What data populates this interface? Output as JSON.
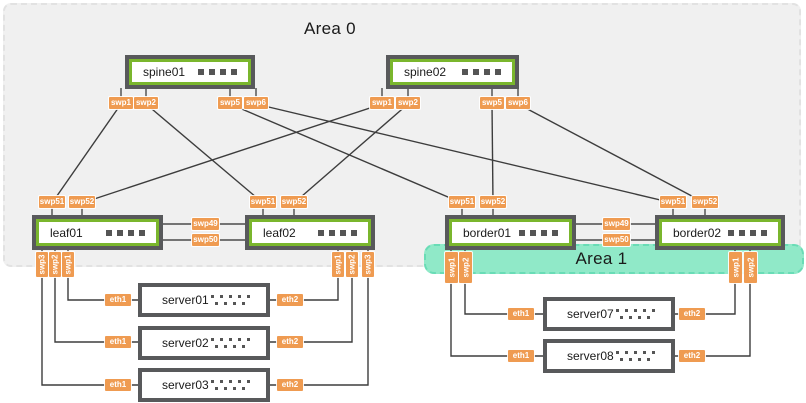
{
  "areas": {
    "area0": "Area 0",
    "area1": "Area 1"
  },
  "switches": {
    "spine01": "spine01",
    "spine02": "spine02",
    "leaf01": "leaf01",
    "leaf02": "leaf02",
    "border01": "border01",
    "border02": "border02"
  },
  "servers": {
    "server01": "server01",
    "server02": "server02",
    "server03": "server03",
    "server07": "server07",
    "server08": "server08"
  },
  "port_labels": {
    "swp1": "swp1",
    "swp2": "swp2",
    "swp3": "swp3",
    "swp5": "swp5",
    "swp6": "swp6",
    "swp49": "swp49",
    "swp50": "swp50",
    "swp51": "swp51",
    "swp52": "swp52",
    "eth1": "eth1",
    "eth2": "eth2"
  },
  "colors": {
    "port_badge_orange": "#ef9b51",
    "switch_green": "#7ab62d",
    "frame_gray": "#58595b",
    "area0_fill": "#f0f0f0",
    "area1_fill": "#90e9c8",
    "line": "#3d3d3d"
  },
  "topology_links": [
    {
      "from": "spine01:swp1",
      "to": "leaf01:swp51"
    },
    {
      "from": "spine01:swp2",
      "to": "leaf02:swp51"
    },
    {
      "from": "spine01:swp5",
      "to": "border01:swp51"
    },
    {
      "from": "spine01:swp6",
      "to": "border02:swp51"
    },
    {
      "from": "spine02:swp1",
      "to": "leaf01:swp52"
    },
    {
      "from": "spine02:swp2",
      "to": "leaf02:swp52"
    },
    {
      "from": "spine02:swp5",
      "to": "border01:swp52"
    },
    {
      "from": "spine02:swp6",
      "to": "border02:swp52"
    },
    {
      "from": "leaf01:swp49",
      "to": "leaf02:swp49"
    },
    {
      "from": "leaf01:swp50",
      "to": "leaf02:swp50"
    },
    {
      "from": "border01:swp49",
      "to": "border02:swp49"
    },
    {
      "from": "border01:swp50",
      "to": "border02:swp50"
    },
    {
      "from": "leaf01:swp1",
      "to": "server01:eth1"
    },
    {
      "from": "leaf01:swp2",
      "to": "server02:eth1"
    },
    {
      "from": "leaf01:swp3",
      "to": "server03:eth1"
    },
    {
      "from": "leaf02:swp1",
      "to": "server01:eth2"
    },
    {
      "from": "leaf02:swp2",
      "to": "server02:eth2"
    },
    {
      "from": "leaf02:swp3",
      "to": "server03:eth2"
    },
    {
      "from": "border01:swp2",
      "to": "server07:eth1"
    },
    {
      "from": "border01:swp1",
      "to": "server08:eth1"
    },
    {
      "from": "border02:swp1",
      "to": "server07:eth2"
    },
    {
      "from": "border02:swp2",
      "to": "server08:eth2"
    }
  ]
}
